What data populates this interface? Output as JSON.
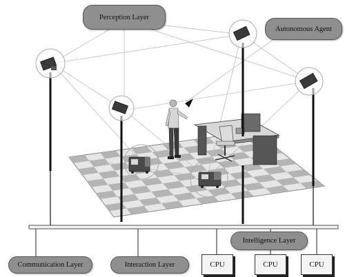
{
  "labels": {
    "perception": "Perception Layer",
    "autonomous": "Autonomous Agent",
    "intelligence": "Intelligence Layer",
    "communication": "Communication Layer",
    "interaction": "Interaction Layer",
    "cpu1": "CPU",
    "cpu2": "CPU",
    "cpu3": "CPU"
  },
  "colors": {
    "pill": "#8f8f8f",
    "checker_dark": "#b4b4b4",
    "checker_light": "#e6e6e6"
  }
}
